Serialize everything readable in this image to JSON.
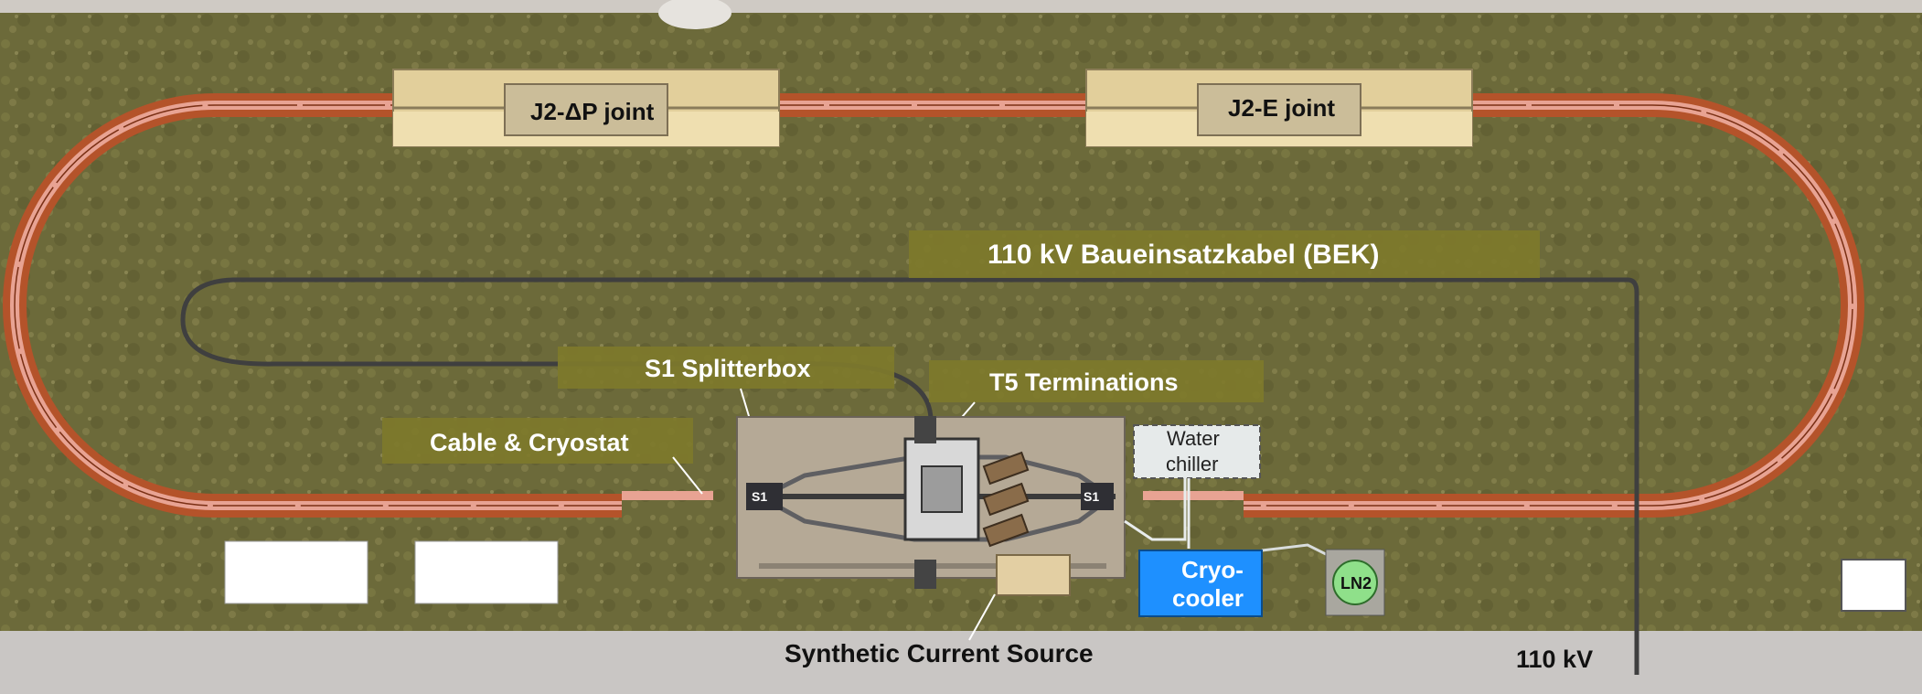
{
  "labels": {
    "joint_left": "J2-ΔP joint",
    "joint_right": "J2-E joint",
    "bek": "110 kV Baueinsatzkabel (BEK)",
    "splitterbox": "S1 Splitterbox",
    "terminations": "T5 Terminations",
    "cable_cryostat": "Cable & Cryostat",
    "water_chiller_line1": "Water",
    "water_chiller_line2": "chiller",
    "cryocooler_line1": "Cryo-",
    "cryocooler_line2": "cooler",
    "ln2": "LN2",
    "current_source": "Synthetic Current Source",
    "kv_110": "110 kV",
    "s1_left": "S1",
    "s1_right": "S1"
  },
  "colors": {
    "grass": "#6f6b3a",
    "track_outer": "#b8572b",
    "track_inner": "#e9a48e",
    "label_bg": "#7f7a2c",
    "cryocooler": "#1e90ff",
    "ln2": "#8fe08a",
    "platform": "#b7aa98",
    "joint_box": "#e2cf9b",
    "cable": "#3d3d3d"
  }
}
